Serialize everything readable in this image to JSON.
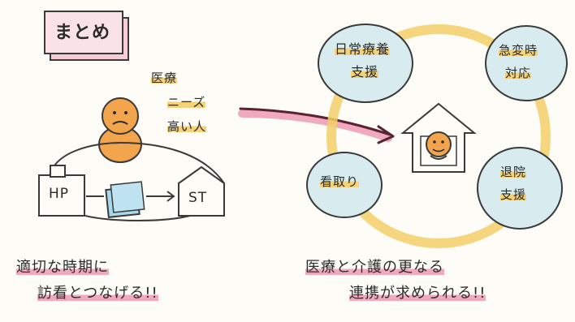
{
  "summary_label": "まとめ",
  "patient_label_lines": [
    "医療",
    "ニーズ",
    "高い人"
  ],
  "hp_label": "HP",
  "st_label": "ST",
  "left_caption_lines": [
    "適切な時期に",
    "訪看とつなげる!!"
  ],
  "right_caption_lines": [
    "医療と介護の更なる",
    "連携が求められる!!"
  ],
  "circles": [
    {
      "lines": [
        "日常療養",
        "支援"
      ]
    },
    {
      "lines": [
        "急変時",
        "対応"
      ]
    },
    {
      "lines": [
        "看取り"
      ]
    },
    {
      "lines": [
        "退院",
        "支援"
      ]
    }
  ],
  "colors": {
    "accent_pink": "#e07a97",
    "face_orange": "#f2a54c",
    "ring_yellow": "#f3cf6a",
    "circle_fill": "#d8ecf0",
    "card_blue": "#a9d8ec"
  }
}
